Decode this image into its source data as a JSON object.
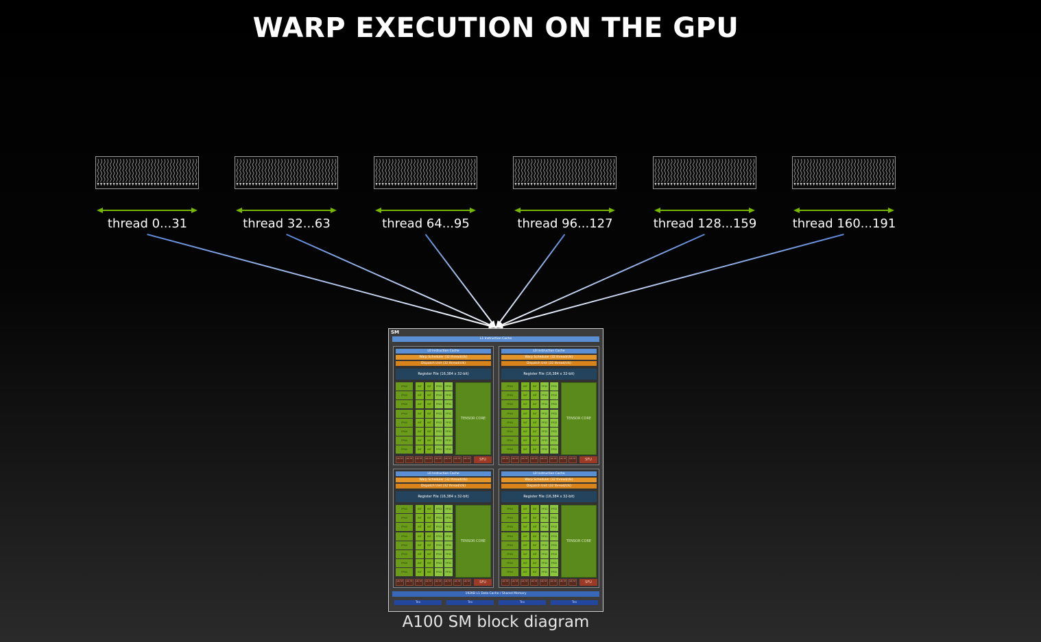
{
  "title": "WARP EXECUTION ON THE GPU",
  "colors": {
    "background": "#000000",
    "span_arrow": "#76b900",
    "connector_blue": "#5b87d8",
    "connector_white": "#ffffff",
    "tensor_core": "#5a8a1c",
    "scheduler": "#e3952a",
    "cache": "#5b8fd3"
  },
  "warps": [
    {
      "label": "thread 0...31"
    },
    {
      "label": "thread 32...63"
    },
    {
      "label": "thread 64...95"
    },
    {
      "label": "thread 96...127"
    },
    {
      "label": "thread 128...159"
    },
    {
      "label": "thread 160...191"
    }
  ],
  "sm": {
    "tag": "SM",
    "l1_instruction_cache": "L1 Instruction Cache",
    "partitions": [
      {
        "l0_cache": "L0 Instruction Cache",
        "warp_scheduler": "Warp Scheduler (32 thread/clk)",
        "dispatch_unit": "Dispatch Unit (32 thread/clk)",
        "register_file": "Register File (16,384 x 32-bit)",
        "tensor_core": "TENSOR CORE",
        "sfu": "SFU"
      },
      {
        "l0_cache": "L0 Instruction Cache",
        "warp_scheduler": "Warp Scheduler (32 thread/clk)",
        "dispatch_unit": "Dispatch Unit (32 thread/clk)",
        "register_file": "Register File (16,384 x 32-bit)",
        "tensor_core": "TENSOR CORE",
        "sfu": "SFU"
      },
      {
        "l0_cache": "L0 Instruction Cache",
        "warp_scheduler": "Warp Scheduler (32 thread/clk)",
        "dispatch_unit": "Dispatch Unit (32 thread/clk)",
        "register_file": "Register File (16,384 x 32-bit)",
        "tensor_core": "TENSOR CORE",
        "sfu": "SFU"
      },
      {
        "l0_cache": "L0 Instruction Cache",
        "warp_scheduler": "Warp Scheduler (32 thread/clk)",
        "dispatch_unit": "Dispatch Unit (32 thread/clk)",
        "register_file": "Register File (16,384 x 32-bit)",
        "tensor_core": "TENSOR CORE",
        "sfu": "SFU"
      }
    ],
    "core_labels": {
      "fp64": "FP64",
      "int": "INT",
      "fp32": "FP32",
      "ldst": "LD/ ST"
    },
    "l1_data_cache": "192KB L1 Data Cache / Shared Memory",
    "tex_units": [
      "Tex",
      "Tex",
      "Tex",
      "Tex"
    ]
  },
  "caption": "A100 SM block diagram"
}
